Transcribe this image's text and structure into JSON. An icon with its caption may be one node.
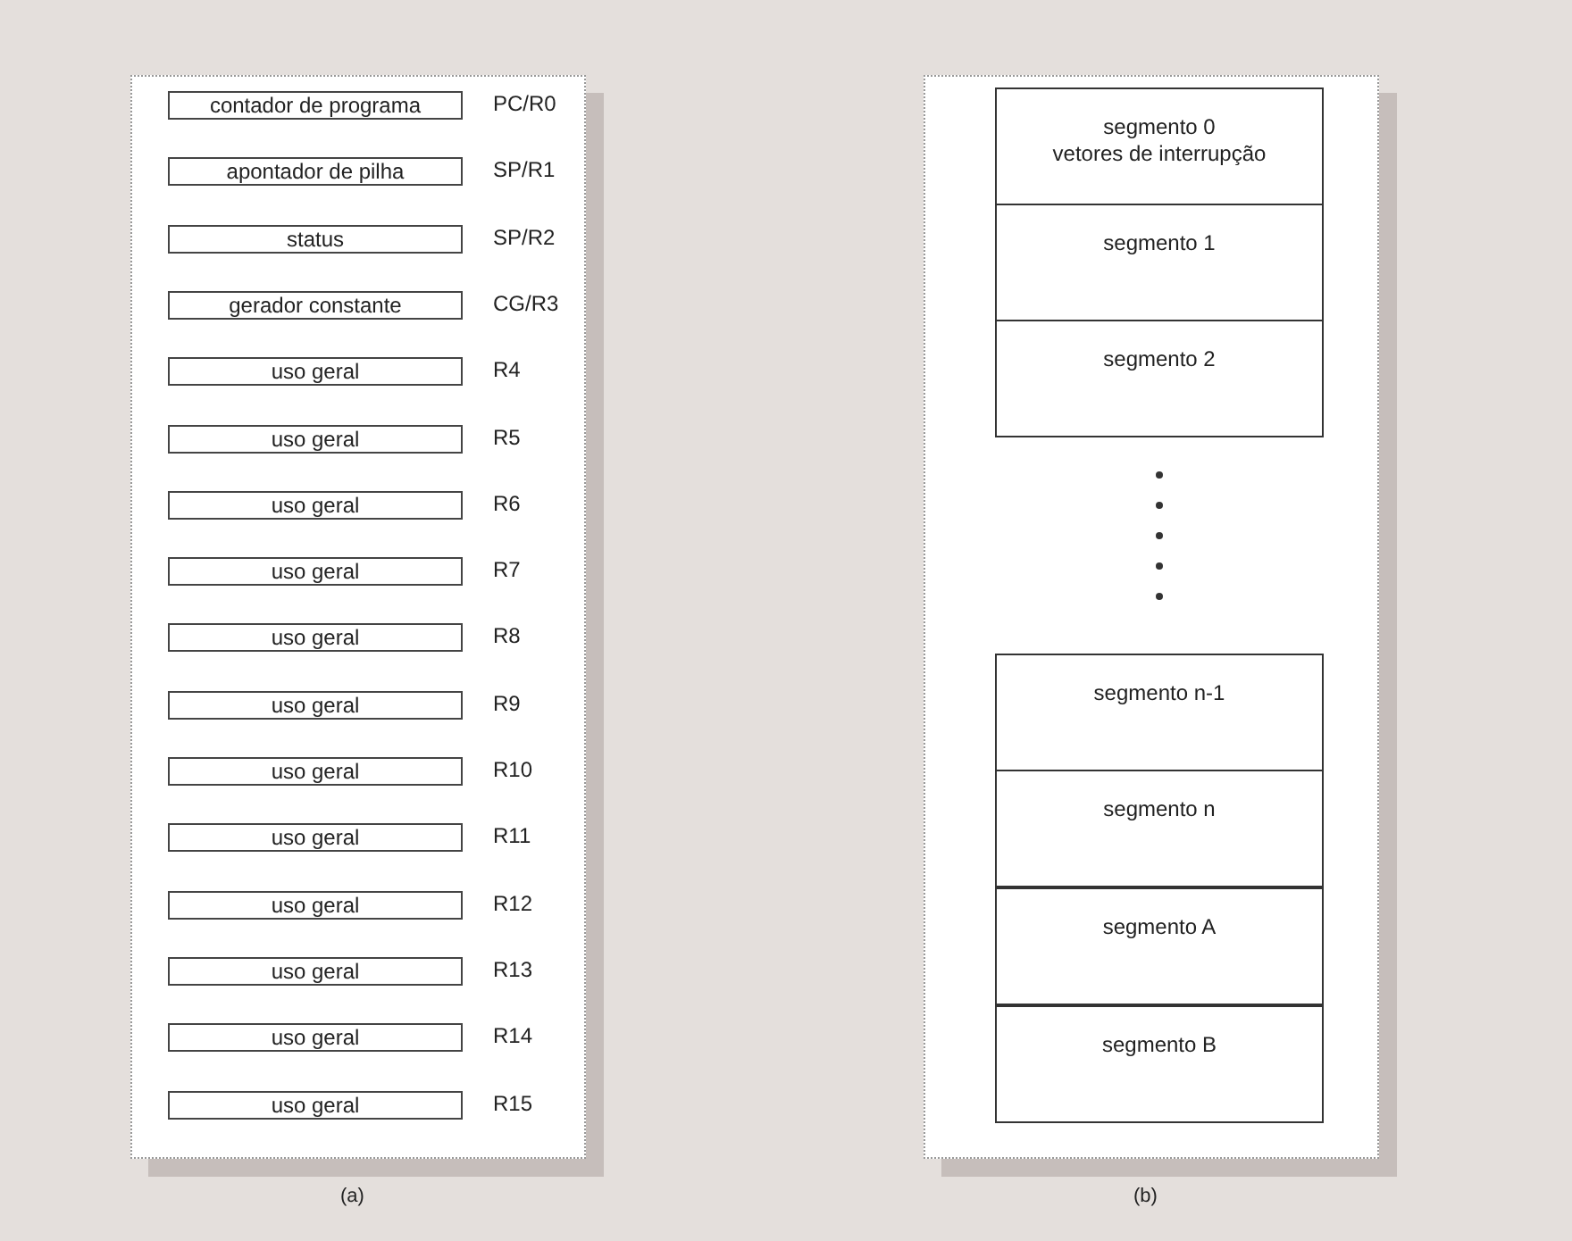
{
  "diagram": {
    "nodes": [
      {
        "text": [],
        "shape": "box",
        "beside": [
          "(a)"
        ]
      },
      {
        "text": [
          "contador de programa"
        ],
        "in": 0,
        "beside": [
          "PC/R0"
        ]
      },
      {
        "text": [
          "apontador de pilha"
        ],
        "in": 0,
        "beside": [
          "SP/R1"
        ]
      },
      {
        "text": [
          "status"
        ],
        "in": 0,
        "beside": [
          "SP/R2"
        ]
      },
      {
        "text": [
          "gerador constante"
        ],
        "in": 0,
        "beside": [
          "CG/R3"
        ]
      },
      {
        "text": [
          "uso geral"
        ],
        "in": 0,
        "beside": [
          "R4"
        ]
      },
      {
        "text": [
          "uso geral"
        ],
        "in": 0,
        "beside": [
          "R5"
        ]
      },
      {
        "text": [
          "uso geral"
        ],
        "in": 0,
        "beside": [
          "R6"
        ]
      },
      {
        "text": [
          "uso geral"
        ],
        "in": 0,
        "beside": [
          "R7"
        ]
      },
      {
        "text": [
          "uso geral"
        ],
        "in": 0,
        "beside": [
          "R8"
        ]
      },
      {
        "text": [
          "uso geral"
        ],
        "in": 0,
        "beside": [
          "R9"
        ]
      },
      {
        "text": [
          "uso geral"
        ],
        "in": 0,
        "beside": [
          "R10"
        ]
      },
      {
        "text": [
          "uso geral"
        ],
        "in": 0,
        "beside": [
          "R11"
        ]
      },
      {
        "text": [
          "uso geral"
        ],
        "in": 0,
        "beside": [
          "R12"
        ]
      },
      {
        "text": [
          "uso geral"
        ],
        "in": 0,
        "beside": [
          "R13"
        ]
      },
      {
        "text": [
          "uso geral"
        ],
        "in": 0,
        "beside": [
          "R14"
        ]
      },
      {
        "text": [
          "uso geral"
        ],
        "in": 0,
        "beside": [
          "R15"
        ]
      },
      {
        "text": [],
        "shape": "box",
        "beside": [
          "(b)"
        ]
      },
      {
        "text": [
          "segmento 0",
          "vetores de interrupção"
        ],
        "in": 17
      },
      {
        "text": [
          "segmento 1"
        ],
        "in": 17
      },
      {
        "text": [
          "segmento 2"
        ],
        "in": 17
      },
      {
        "text": [
          "segmento n-1"
        ],
        "in": 17
      },
      {
        "text": [
          "segmento n"
        ],
        "in": 17
      },
      {
        "text": [
          "segmento A"
        ],
        "in": 17
      },
      {
        "text": [
          "segmento B"
        ],
        "in": 17
      }
    ]
  }
}
